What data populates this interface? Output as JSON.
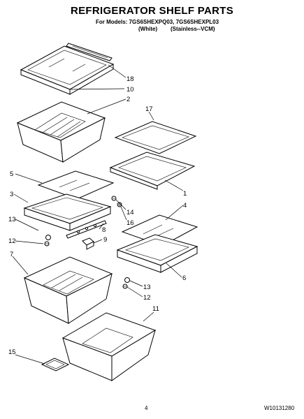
{
  "header": {
    "title": "REFRIGERATOR SHELF PARTS",
    "models_line": "For Models: 7GS6SHEXPQ03, 7GS6SHEXPL03",
    "white_label": "(White)",
    "stainless_label": "(Stainless--VCM)"
  },
  "callouts": {
    "c18": "18",
    "c10": "10",
    "c2": "2",
    "c17": "17",
    "c5": "5",
    "c1": "1",
    "c3": "3",
    "c14": "14",
    "c4": "4",
    "c13a": "13",
    "c16": "16",
    "c8": "8",
    "c12a": "12",
    "c9": "9",
    "c7": "7",
    "c6": "6",
    "c13b": "13",
    "c12b": "12",
    "c11": "11",
    "c15": "15"
  },
  "footer": {
    "page_number": "4",
    "doc_number": "W10131280"
  }
}
